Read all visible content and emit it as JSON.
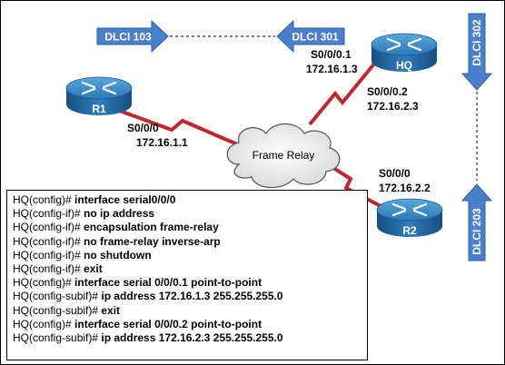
{
  "routers": {
    "r1": {
      "name": "R1",
      "interface": "S0/0/0",
      "ip": "172.16.1.1"
    },
    "hq": {
      "name": "HQ",
      "interface_1": "S0/0/0.1",
      "ip_1": "172.16.1.3",
      "interface_2": "S0/0/0.2",
      "ip_2": "172.16.2.3"
    },
    "r2": {
      "name": "R2",
      "interface": "S0/0/0",
      "ip": "172.16.2.2"
    }
  },
  "cloud": {
    "label": "Frame Relay"
  },
  "dlci": {
    "r1": "DLCI 103",
    "hq_to_r1": "DLCI 301",
    "hq_to_r2": "DLCI 302",
    "r2": "DLCI 203"
  },
  "colors": {
    "router_blue": "#1f6fa8",
    "dlci_arrow": "#4a7fc9",
    "link_red": "#c0262d"
  },
  "config": [
    {
      "prompt": "HQ(config)# ",
      "cmd": "interface serial0/0/0"
    },
    {
      "prompt": "HQ(config-if)# ",
      "cmd": "no ip address"
    },
    {
      "prompt": "HQ(config-if)# ",
      "cmd": "encapsulation frame-relay"
    },
    {
      "prompt": "HQ(config-if)# ",
      "cmd": "no frame-relay  inverse-arp"
    },
    {
      "prompt": "HQ(config-if)# ",
      "cmd": "no shutdown"
    },
    {
      "prompt": "HQ(config-if)# ",
      "cmd": "exit"
    },
    {
      "prompt": "HQ(config)# ",
      "cmd": "interface serial 0/0/0.1 point-to-point"
    },
    {
      "prompt": "HQ(config-subif)# ",
      "cmd": "ip address 172.16.1.3 255.255.255.0"
    },
    {
      "prompt": "HQ(config-subif)# ",
      "cmd": "exit"
    },
    {
      "prompt": "HQ(config)# ",
      "cmd": "interface serial 0/0/0.2 point-to-point"
    },
    {
      "prompt": "HQ(config-subif)# ",
      "cmd": "ip address 172.16.2.3 255.255.255.0"
    }
  ]
}
